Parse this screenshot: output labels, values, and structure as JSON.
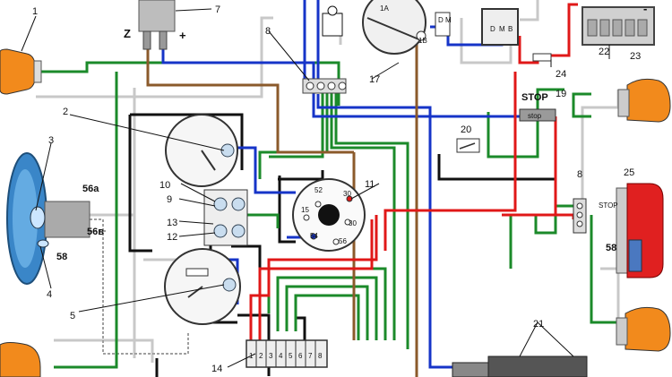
{
  "labels": {
    "n1": "1",
    "n2": "2",
    "n3": "3",
    "n4": "4",
    "n5": "5",
    "n7": "7",
    "n8a": "8",
    "n8b": "8",
    "n9": "9",
    "n10": "10",
    "n11": "11",
    "n12": "12",
    "n13": "13",
    "n14": "14",
    "n17": "17",
    "n19": "19",
    "n20": "20",
    "n21": "21",
    "n22": "22",
    "n23": "23",
    "n24": "24",
    "n25": "25"
  },
  "texts": {
    "z": "Z",
    "plus": "+",
    "minus": "-",
    "l56a": "56a",
    "l56b": "56в",
    "l58left": "58",
    "l58right": "58",
    "stop": "STOP",
    "stop_box": "stop",
    "stop_small": "STOP",
    "sw52": "52",
    "sw30a": "30",
    "sw15": "15",
    "sw30b": "30",
    "sw54": "54",
    "sw56": "56",
    "dm_left": "D\nM",
    "rr_d": "D",
    "rr_m": "M",
    "rr_b": "B",
    "gen_1a": "1A",
    "gen_1b": "1B",
    "fuse_nums": [
      "1",
      "2",
      "3",
      "4",
      "5",
      "6",
      "7",
      "8"
    ]
  }
}
